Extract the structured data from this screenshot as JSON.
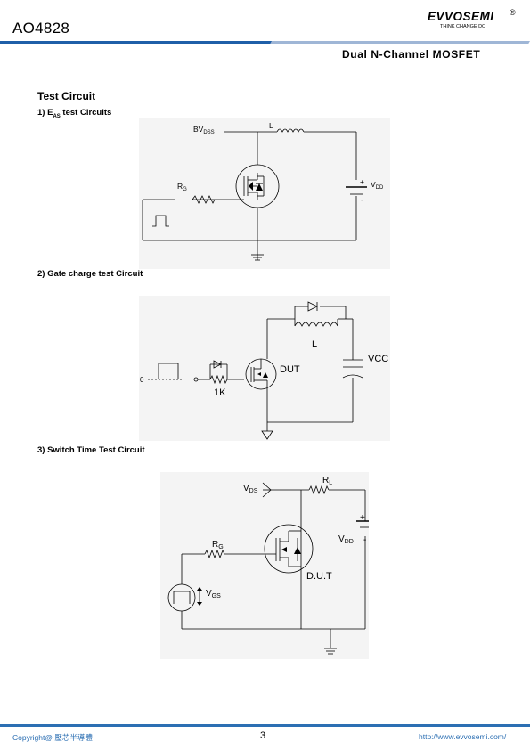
{
  "header": {
    "part_number": "AO4828",
    "logo_text": "EVVOSEMI",
    "logo_registered": "®",
    "logo_tagline": "THINK CHANGE DO",
    "subtitle": "Dual  N-Channel  MOSFET"
  },
  "section": {
    "title": "Test Circuit",
    "circuits": [
      {
        "heading": "1) E",
        "heading_sub": "AS",
        "heading_rest": " test Circuits",
        "labels": {
          "bvdss": "BV",
          "bvdss_sub": "DSS",
          "inductor": "L",
          "rg": "R",
          "rg_sub": "G",
          "plus": "+",
          "vdd": "V",
          "vdd_sub": "DD",
          "minus": "-"
        }
      },
      {
        "heading": "2) Gate charge test Circuit",
        "labels": {
          "input": "0",
          "resistor": "1K",
          "dut": "DUT",
          "inductor": "L",
          "vcc": "VCC"
        }
      },
      {
        "heading": "3) Switch Time Test Circuit",
        "labels": {
          "vds": "V",
          "vds_sub": "DS",
          "rl": "R",
          "rl_sub": "L",
          "rg": "R",
          "rg_sub": "G",
          "plus": "+",
          "vdd": "V",
          "vdd_sub": "DD",
          "minus": "-",
          "dut": "D.U.T",
          "vgs": "V",
          "vgs_sub": "GS"
        }
      }
    ]
  },
  "footer": {
    "copyright": "Copyright@ 壓芯半導體",
    "page_number": "3",
    "website": "http://www.evvosemi.com/"
  },
  "colors": {
    "brand_blue": "#1f5fa8",
    "footer_blue": "#2c6fb3"
  }
}
